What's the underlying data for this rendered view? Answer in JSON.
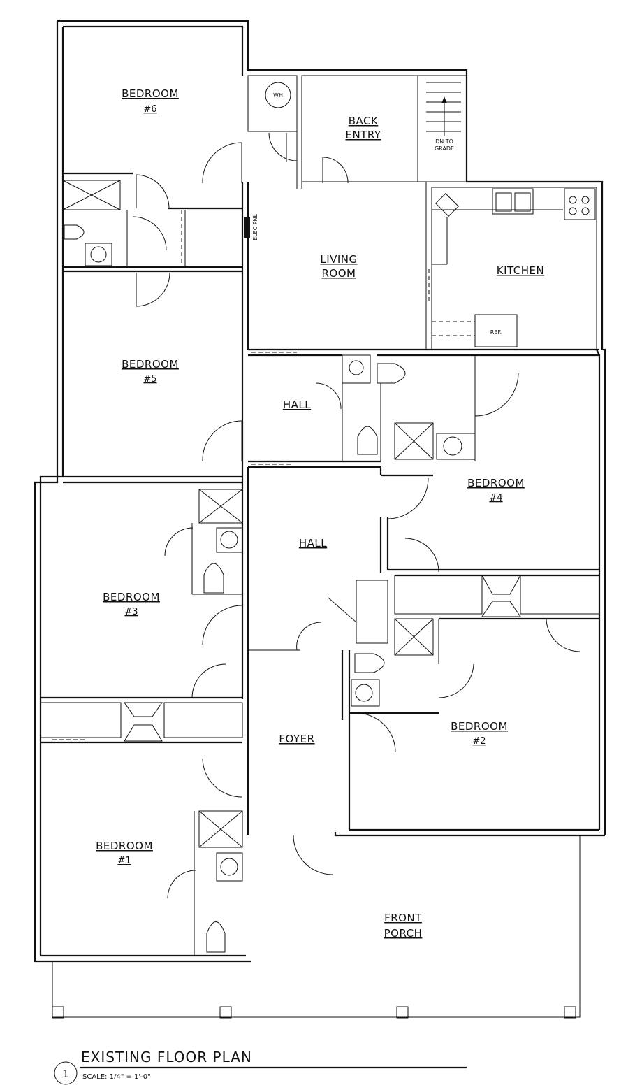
{
  "rooms": {
    "bedroom6": {
      "name": "BEDROOM",
      "num": "#6"
    },
    "back_entry": {
      "line1": "BACK",
      "line2": "ENTRY"
    },
    "wh": "WH",
    "dn_to_grade": {
      "line1": "DN TO",
      "line2": "GRADE"
    },
    "elec_pnl": "ELEC PNL",
    "living_room": {
      "line1": "LIVING",
      "line2": "ROOM"
    },
    "kitchen": "KITCHEN",
    "ref": "REF.",
    "bedroom5": {
      "name": "BEDROOM",
      "num": "#5"
    },
    "hall_upper": "HALL",
    "bedroom4": {
      "name": "BEDROOM",
      "num": "#4"
    },
    "hall_lower": "HALL",
    "bedroom3": {
      "name": "BEDROOM",
      "num": "#3"
    },
    "foyer": "FOYER",
    "bedroom2": {
      "name": "BEDROOM",
      "num": "#2"
    },
    "bedroom1": {
      "name": "BEDROOM",
      "num": "#1"
    },
    "front_porch": {
      "line1": "FRONT",
      "line2": "PORCH"
    }
  },
  "title_block": {
    "number": "1",
    "title": "EXISTING FLOOR PLAN",
    "scale": "SCALE: 1/4\" = 1'-0\""
  }
}
